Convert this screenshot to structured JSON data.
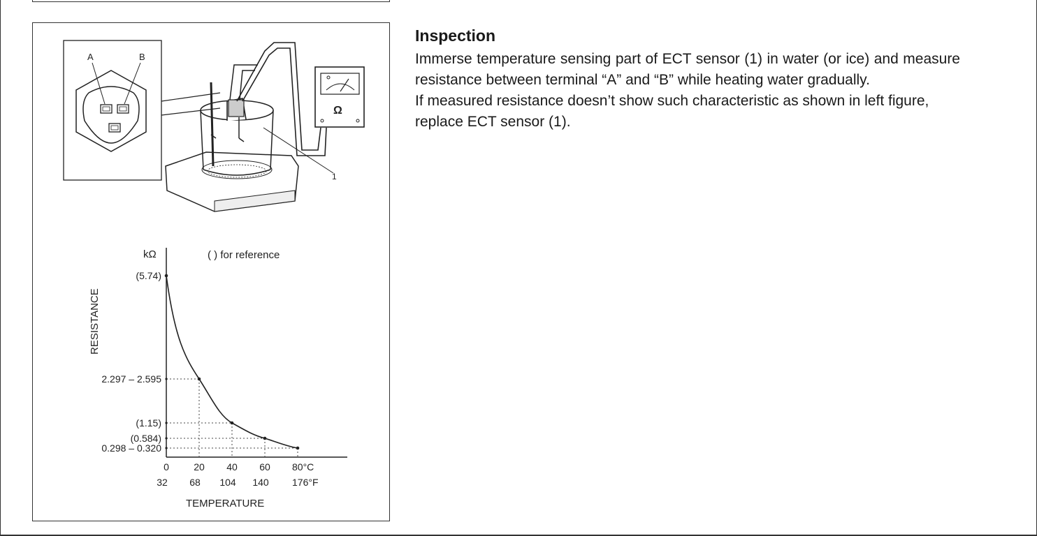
{
  "inspection": {
    "heading": "Inspection",
    "paragraph1": "Immerse temperature sensing part of ECT sensor (1) in water (or ice) and measure resistance between terminal “A” and “B” while heating water gradually.",
    "paragraph2": "If measured resistance doesn’t show such characteristic as shown in left figure, replace ECT sensor (1)."
  },
  "illustration": {
    "terminal_a": "A",
    "terminal_b": "B",
    "callout": "1",
    "meter_symbol": "Ω"
  },
  "chart_data": {
    "type": "line",
    "title": "",
    "unit_label": "kΩ",
    "reference_note": "(   ) for reference",
    "ylabel": "RESISTANCE",
    "xlabel": "TEMPERATURE",
    "x_celsius_ticks": [
      "0",
      "20",
      "40",
      "60",
      "80°C"
    ],
    "x_fahrenheit_ticks": [
      "32",
      "68",
      "104",
      "140",
      "176°F"
    ],
    "y_tick_labels": [
      "(5.74)",
      "2.297 – 2.595",
      "(1.15)",
      "(0.584)",
      "0.298 – 0.320"
    ],
    "x": [
      0,
      20,
      40,
      60,
      80
    ],
    "values": [
      5.74,
      2.446,
      1.15,
      0.584,
      0.309
    ],
    "grid": "dotted guide lines to points"
  }
}
